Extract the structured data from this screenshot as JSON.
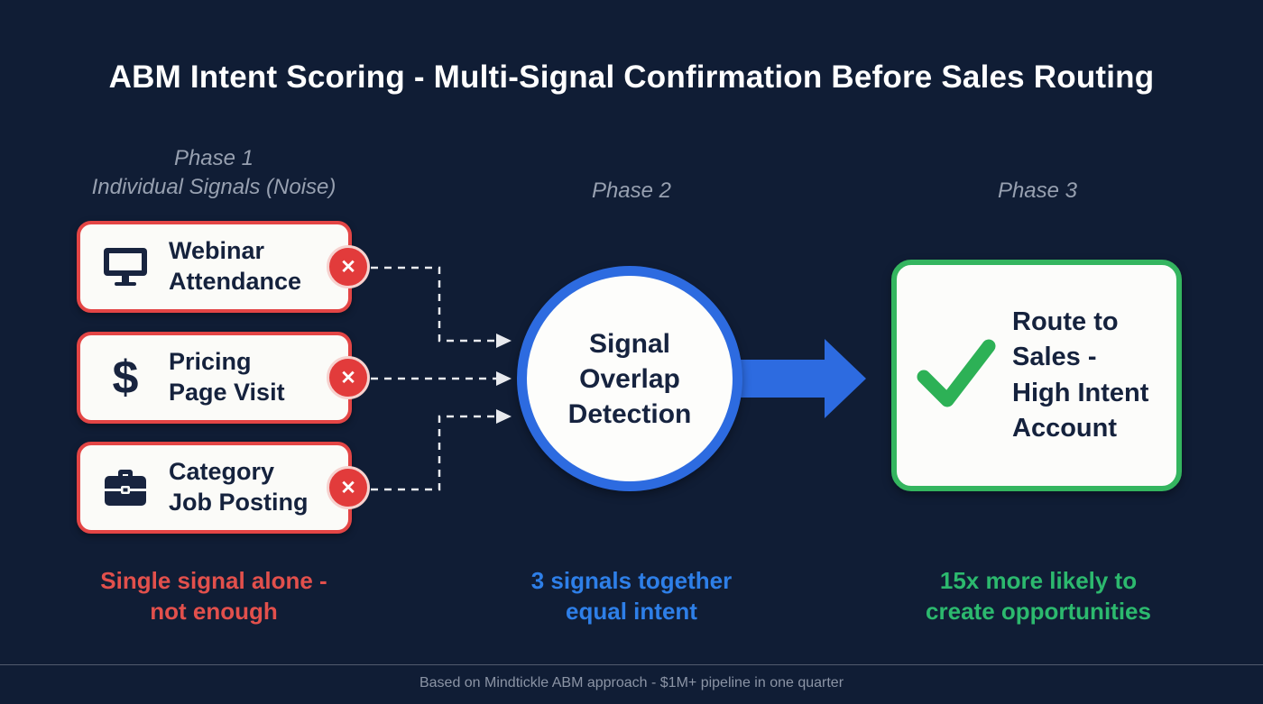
{
  "title": "ABM Intent Scoring - Multi-Signal Confirmation Before Sales Routing",
  "phase_headers": {
    "phase1_line1": "Phase 1",
    "phase1_line2": "Individual Signals (Noise)",
    "phase2": "Phase 2",
    "phase3": "Phase 3"
  },
  "icons": {
    "dollar": "$",
    "close": "✕"
  },
  "signal_cards": [
    {
      "icon": "monitor-icon",
      "line1": "Webinar",
      "line2": "Attendance"
    },
    {
      "icon": "dollar-icon",
      "line1": "Pricing",
      "line2": "Page Visit"
    },
    {
      "icon": "briefcase-icon",
      "line1": "Category",
      "line2": "Job Posting"
    }
  ],
  "center_node": {
    "line1": "Signal",
    "line2": "Overlap",
    "line3": "Detection"
  },
  "result_card": {
    "line1": "Route to",
    "line2": "Sales -",
    "line3": "High Intent",
    "line4": "Account"
  },
  "captions": {
    "red_line1": "Single signal alone -",
    "red_line2": "not enough",
    "blue_line1": "3 signals together",
    "blue_line2": "equal intent",
    "green_line1": "15x more likely to",
    "green_line2": "create opportunities"
  },
  "footer": "Based on Mindtickle ABM approach - $1M+ pipeline in one quarter",
  "colors": {
    "background": "#101d35",
    "card_red_border": "#e34545",
    "badge_red": "#e23b3b",
    "circle_blue": "#2d6be0",
    "arrow_blue": "#2d6be0",
    "result_green_border": "#34b55f",
    "check_green": "#2db156",
    "caption_red": "#e2504c",
    "caption_blue": "#2e7fe8",
    "caption_green": "#2cb96e",
    "dark_text": "#15223d",
    "phase_gray": "#97a0b0"
  }
}
